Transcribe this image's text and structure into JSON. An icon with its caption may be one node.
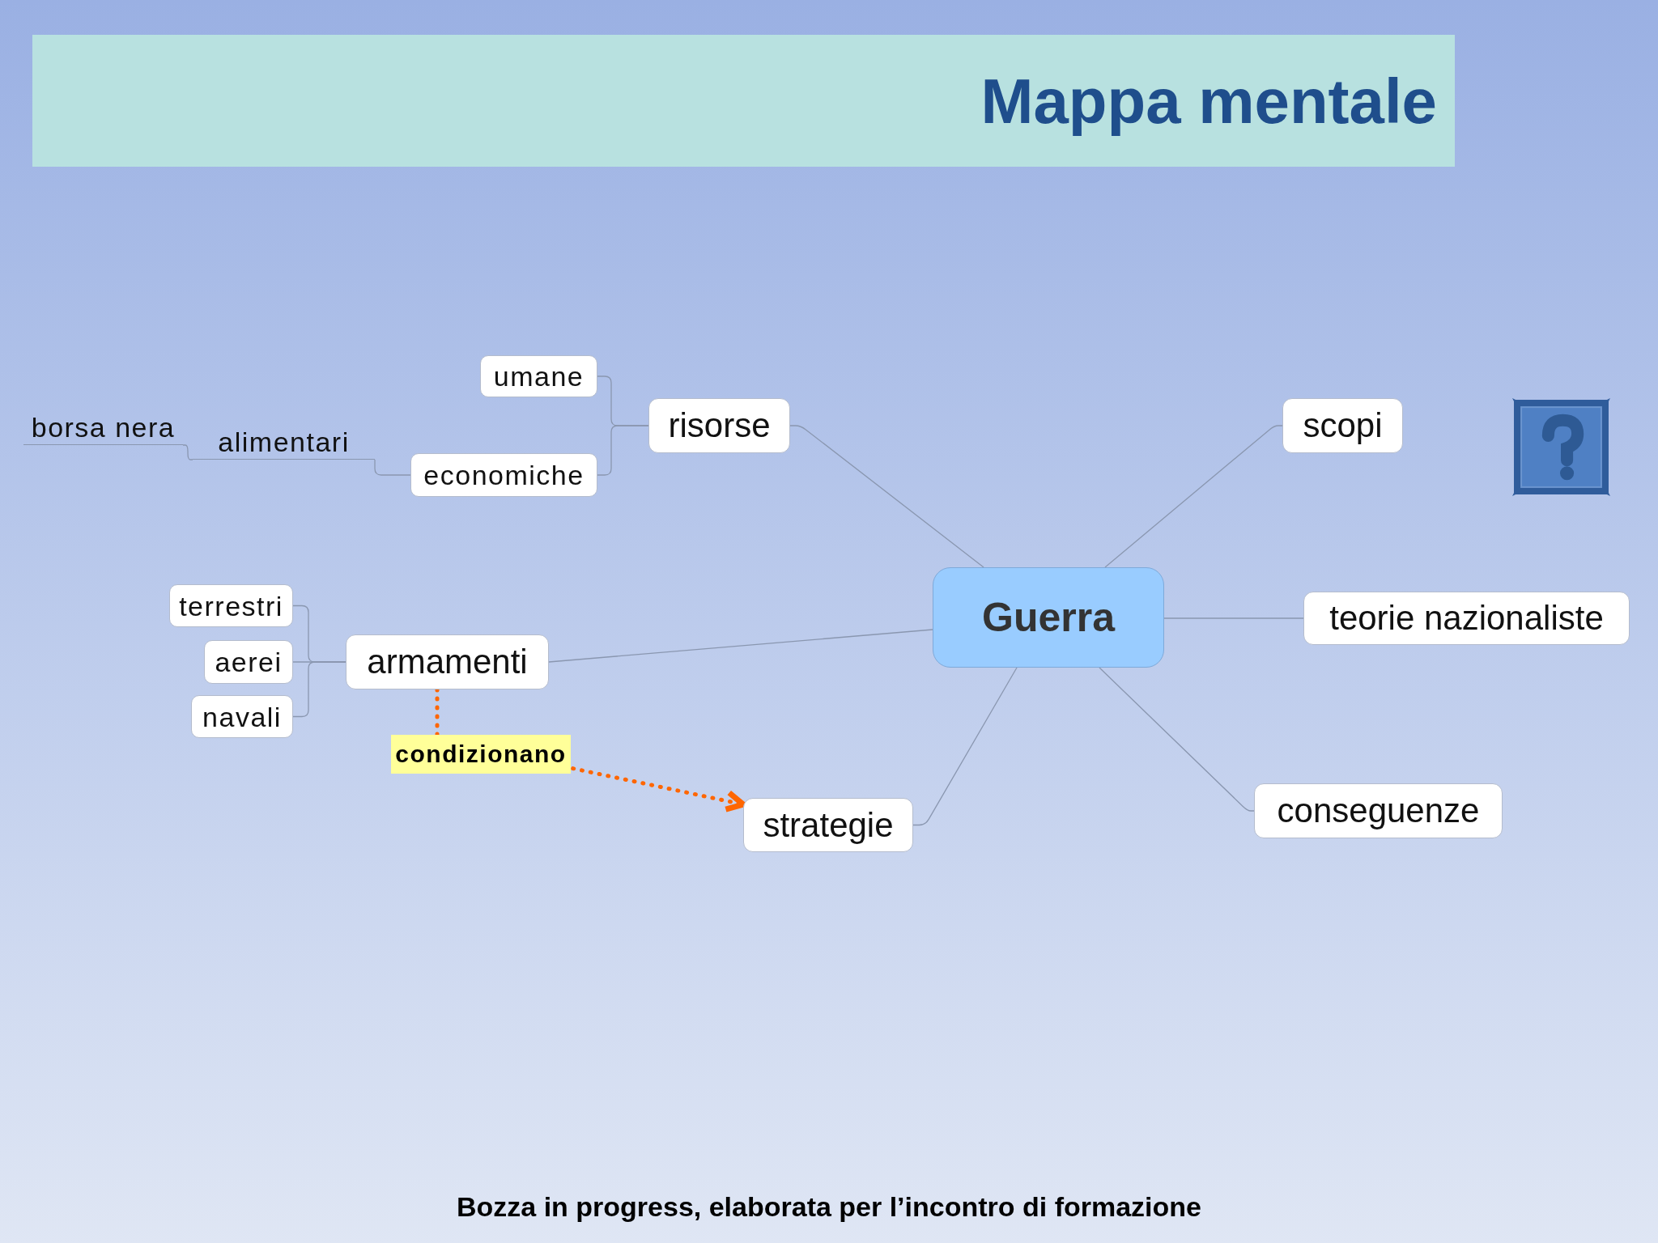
{
  "diagram": {
    "title": "Mappa mentale",
    "caption": "Bozza in progress, elaborata per l’incontro di formazione",
    "nodes": [
      {
        "text": [
          "umane"
        ]
      },
      {
        "text": [
          "risorse"
        ]
      },
      {
        "text": [
          "scopi"
        ]
      },
      {
        "text": [
          "borsa nera"
        ]
      },
      {
        "text": [
          "alimentari"
        ]
      },
      {
        "text": [
          "economiche"
        ]
      },
      {
        "text": [
          "Guerra"
        ]
      },
      {
        "text": [
          "terrestri"
        ]
      },
      {
        "text": [
          "teorie nazionaliste"
        ]
      },
      {
        "text": [
          "armamenti"
        ]
      },
      {
        "text": [
          "aerei"
        ]
      },
      {
        "text": [
          "navali"
        ]
      },
      {
        "text": [
          "conseguenze"
        ]
      },
      {
        "text": [
          "strategie"
        ]
      }
    ],
    "edges": [
      {
        "from": 6,
        "to": 1,
        "arrow": "none"
      },
      {
        "from": 6,
        "to": 2,
        "arrow": "none"
      },
      {
        "from": 1,
        "to": 0,
        "arrow": "none"
      },
      {
        "from": 1,
        "to": 5,
        "arrow": "none"
      },
      {
        "from": 5,
        "to": 4,
        "arrow": "none"
      },
      {
        "from": 4,
        "to": 3,
        "arrow": "none"
      },
      {
        "from": 6,
        "to": 8,
        "arrow": "none"
      },
      {
        "from": 6,
        "to": 9,
        "arrow": "none"
      },
      {
        "from": 9,
        "to": 7,
        "arrow": "none"
      },
      {
        "from": 9,
        "to": 10,
        "arrow": "none"
      },
      {
        "from": 9,
        "to": 11,
        "arrow": "none"
      },
      {
        "from": 6,
        "to": 12,
        "arrow": "none"
      },
      {
        "from": 6,
        "to": 13,
        "arrow": "none"
      },
      {
        "from": 9,
        "to": 13,
        "arrow": "to",
        "label": "condizionano",
        "style": "dashed",
        "color": "#ff6600"
      }
    ]
  }
}
